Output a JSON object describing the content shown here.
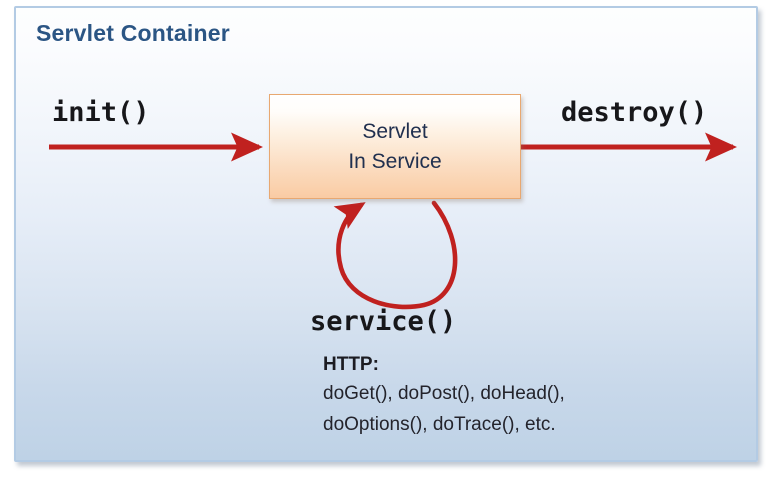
{
  "diagram": {
    "title": "Servlet Container",
    "title_color": "#2b5584",
    "panel_border_color": "#b3cbe4",
    "arrow_color": "#c0211f",
    "box": {
      "line1": "Servlet",
      "line2": "In Service",
      "border_color": "#e8a871",
      "fill_top": "#ffffff",
      "fill_bottom": "#f9cba4",
      "text_color": "#21304f"
    },
    "labels": {
      "init": "init()",
      "destroy": "destroy()",
      "service": "service()"
    },
    "http": {
      "heading": "HTTP:",
      "methods_line1": "doGet(), doPost(), doHead(),",
      "methods_line2": "doOptions(), doTrace(), etc."
    },
    "flow": [
      {
        "from": "lifecycle-start",
        "to": "servlet-in-service",
        "label": "init()"
      },
      {
        "from": "servlet-in-service",
        "to": "lifecycle-end",
        "label": "destroy()"
      },
      {
        "from": "servlet-in-service",
        "to": "servlet-in-service",
        "label": "service()"
      }
    ]
  }
}
